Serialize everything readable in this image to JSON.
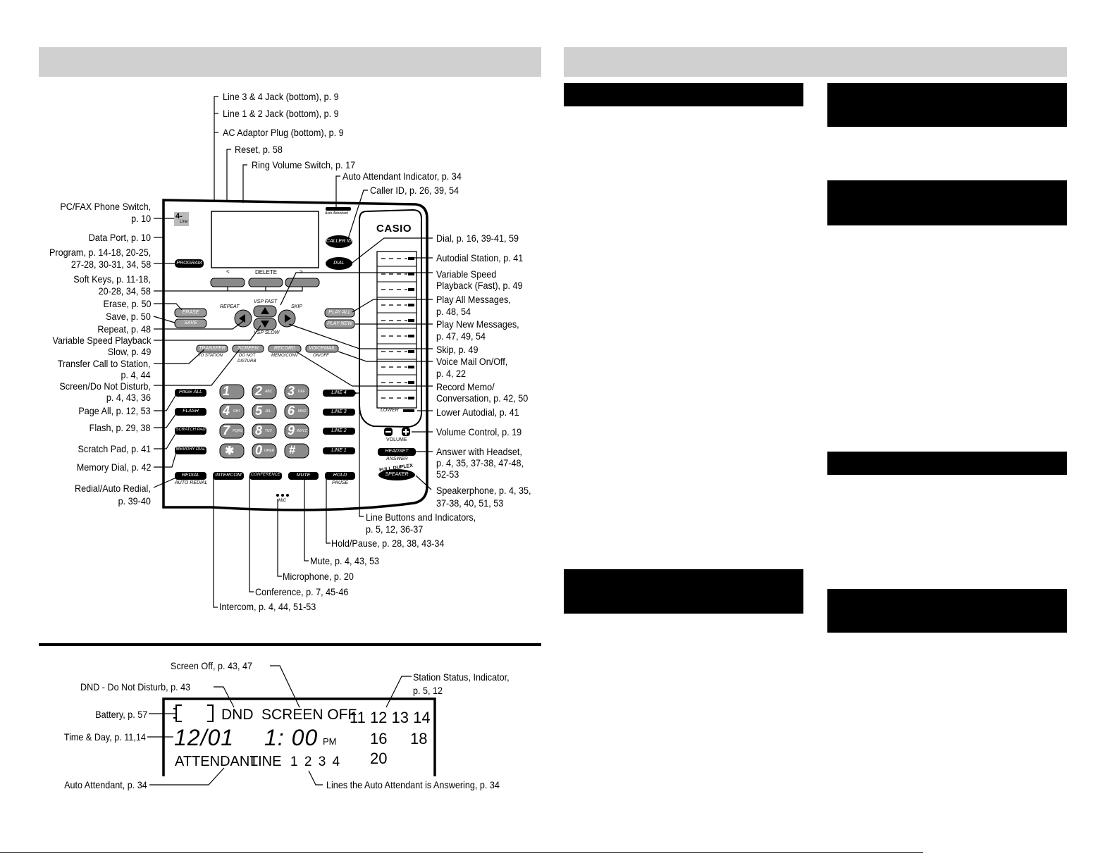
{
  "phone": {
    "brand": "CASIO",
    "badge": "4-",
    "badge_sub": "Line",
    "auto_attendant_small": "Auto Attendant",
    "keys": {
      "caller_id": "CALLER ID",
      "dial": "DIAL",
      "program": "PROGRAM",
      "erase": "ERASE",
      "save": "SAVE",
      "repeat": "REPEAT",
      "vsp_fast": "VSP FAST",
      "vsp_slow": "VSP SLOW",
      "skip": "SKIP",
      "play_all": "PLAY ALL",
      "play_new": "PLAY NEW",
      "soft_left": "<",
      "soft_mid": "DELETE",
      "soft_right": ">",
      "transfer": "TRANSFER",
      "transfer_sub": "TO STATION",
      "screen": "SCREEN",
      "screen_sub1": "DO NOT",
      "screen_sub2": "DISTURB",
      "record": "RECORD",
      "record_sub": "MEMO/CONV",
      "voicemail": "VOICEMAIL",
      "voicemail_sub": "ON/OFF",
      "page_all": "PAGE ALL",
      "flash": "FLASH",
      "scratch_pad": "SCRATCH PAD",
      "memory_dial": "MEMORY DIAL",
      "line4": "LINE 4",
      "line3": "LINE 3",
      "line2": "LINE 2",
      "line1": "LINE 1",
      "redial": "REDIAL",
      "redial_sub": "AUTO REDIAL",
      "intercom": "INTERCOM",
      "conference": "CONFERENCE",
      "mute": "MUTE",
      "hold": "HOLD",
      "hold_sub": "PAUSE",
      "mic": "MIC",
      "lower": "LOWER",
      "volume": "VOLUME",
      "headset": "HEADSET",
      "headset_sub": "ANSWER",
      "full_duplex": "FULL DUPLEX",
      "speaker": "SPEAKER"
    },
    "keypad": [
      {
        "digit": "1",
        "letters": ""
      },
      {
        "digit": "2",
        "letters": "ABC"
      },
      {
        "digit": "3",
        "letters": "DEF"
      },
      {
        "digit": "4",
        "letters": "GHI"
      },
      {
        "digit": "5",
        "letters": "JKL"
      },
      {
        "digit": "6",
        "letters": "MNO"
      },
      {
        "digit": "7",
        "letters": "PQRS"
      },
      {
        "digit": "8",
        "letters": "TUV"
      },
      {
        "digit": "9",
        "letters": "WXYZ"
      },
      {
        "digit": "✱",
        "letters": ""
      },
      {
        "digit": "0",
        "letters": "OPER"
      },
      {
        "digit": "#",
        "letters": ""
      }
    ]
  },
  "callouts": {
    "line34": "Line 3 & 4 Jack (bottom), p. 9",
    "line12": "Line 1 & 2 Jack (bottom), p. 9",
    "ac": "AC Adaptor Plug (bottom), p. 9",
    "reset": "Reset, p. 58",
    "ring": "Ring Volume Switch, p. 17",
    "aai": "Auto Attendant Indicator, p. 34",
    "callerid": "Caller ID, p. 26, 39, 54",
    "pcfax": "PC/FAX Phone Switch,\np. 10",
    "dataport": "Data Port, p. 10",
    "program": "Program, p. 14-18, 20-25,\n27-28, 30-31, 34, 58",
    "softkeys": "Soft Keys, p. 11-18,\n20-28, 34, 58",
    "erase": "Erase, p. 50",
    "save": "Save, p. 50",
    "repeat": "Repeat, p. 48",
    "vsps": "Variable Speed Playback\nSlow, p. 49",
    "transfer": "Transfer Call to Station,\np. 4, 44",
    "screen": "Screen/Do Not Disturb,\np. 4, 43, 36",
    "pageall": "Page All, p. 12, 53",
    "flash": "Flash, p. 29, 38",
    "scratch": "Scratch Pad, p. 41",
    "memory": "Memory Dial, p. 42",
    "redial": "Redial/Auto Redial,\np. 39-40",
    "dial": "Dial, p. 16, 39-41, 59",
    "autodial": "Autodial Station, p. 41",
    "vspf": "Variable Speed\nPlayback (Fast), p. 49",
    "playall": "Play All Messages,\np. 48, 54",
    "playnew": "Play New Messages,\np. 47, 49, 54",
    "skip": "Skip, p. 49",
    "voicemail": "Voice Mail On/Off,\np. 4, 22",
    "record": "Record Memo/\nConversation, p. 42, 50",
    "lower": "Lower Autodial, p. 41",
    "volume": "Volume Control, p. 19",
    "headset": "Answer with Headset,\np. 4, 35, 37-38, 47-48,\n52-53",
    "speaker": "Speakerphone, p. 4, 35,\n37-38, 40, 51, 53",
    "lines": "Line Buttons and Indicators,\np. 5, 12, 36-37",
    "hold": "Hold/Pause, p. 28, 38, 43-34",
    "mute": "Mute, p. 4, 43, 53",
    "mic": "Microphone, p. 20",
    "conference": "Conference, p. 7, 45-46",
    "intercom": "Intercom, p. 4, 44, 51-53"
  },
  "display": {
    "dnd": "DND",
    "screen_off": "SCREEN OFF",
    "stations_row1": "11 12 13 14",
    "date": "12/01",
    "time": "1: 00",
    "ampm": "PM",
    "st16": "16",
    "st18": "18",
    "st20": "20",
    "attendant": "ATTENDANT",
    "line_word": "LINE",
    "line_nums": "1 2 3 4"
  },
  "display_callouts": {
    "screenoff": "Screen Off, p. 43, 47",
    "dnd": "DND - Do Not Disturb, p. 43",
    "station": "Station Status, Indicator,\np. 5, 12",
    "battery": "Battery, p. 57",
    "timeday": "Time & Day, p. 11,14",
    "autoatt": "Auto Attendant, p. 34",
    "lines": "Lines the Auto Attendant is Answering, p. 34"
  }
}
